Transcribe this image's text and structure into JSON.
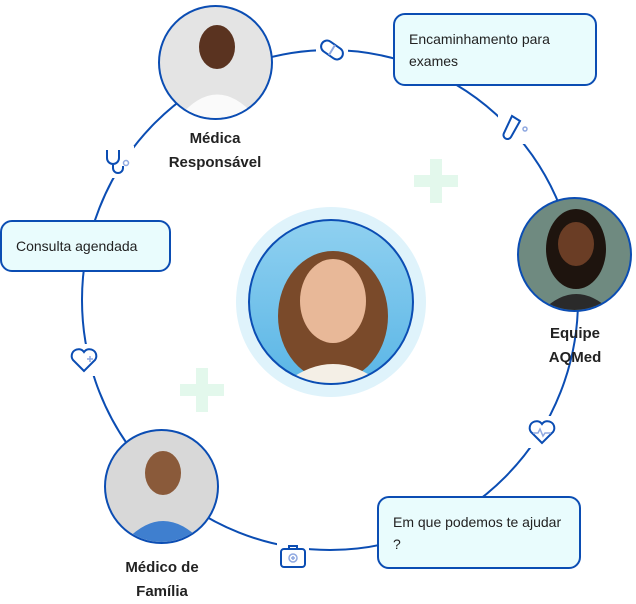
{
  "boxes": {
    "referral": "Encaminhamento para exames",
    "appointment": "Consulta agendada",
    "help": "Em que podemos te ajudar ?"
  },
  "people": {
    "doctor_responsible": {
      "line1": "Médica",
      "line2": "Responsável"
    },
    "team": {
      "line1": "Equipe",
      "line2": "AQMed"
    },
    "family_doctor": {
      "line1": "Médico de",
      "line2": "Família"
    }
  },
  "colors": {
    "accent": "#0b4db3",
    "box_bg": "#e9fcfd",
    "plus": "#e3f8ec",
    "center_halo": "#dff3fb"
  }
}
